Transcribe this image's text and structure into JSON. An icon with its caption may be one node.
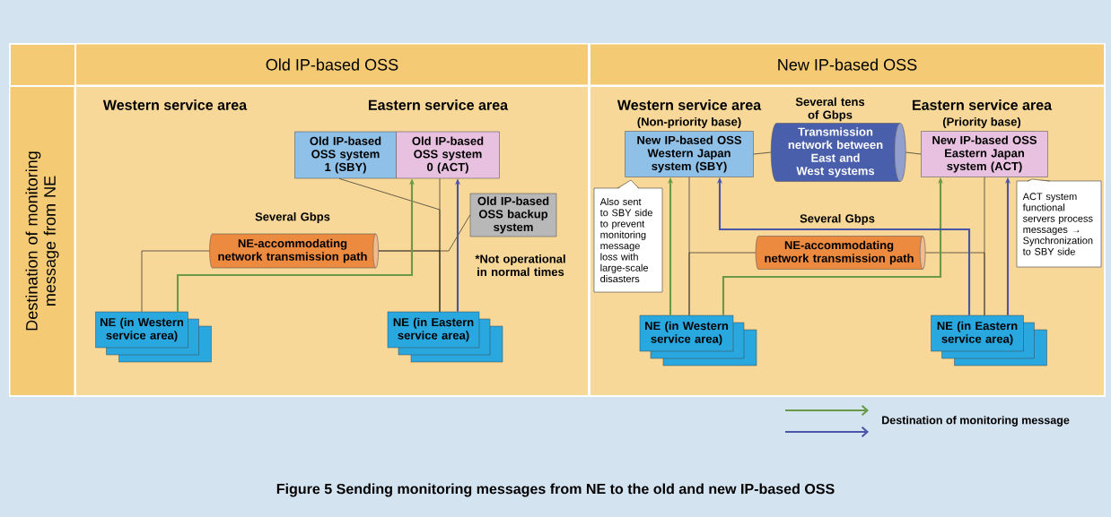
{
  "diagram": {
    "caption": "Figure 5 Sending monitoring messages from NE to the old and new IP-based OSS",
    "nodes": [
      {
        "text": [
          "Old IP-based OSS"
        ]
      },
      {
        "text": [
          "New IP-based OSS"
        ]
      },
      {
        "text": [
          "Destination of monitoring message from NE"
        ]
      },
      {
        "text": [],
        "shape": "box"
      },
      {
        "text": [],
        "shape": "box"
      },
      {
        "text": [
          "Old IP-based OSS system 1 (SBY)"
        ],
        "in": 3
      },
      {
        "text": [
          "Old IP-based OSS system 0 (ACT)"
        ],
        "in": 3
      },
      {
        "text": [
          "Old IP-based OSS backup system"
        ],
        "in": 3,
        "beside": [
          "*Not operational in normal times"
        ]
      },
      {
        "text": [
          "NE-accommodating network transmission path"
        ],
        "in": 3,
        "beside": [
          "Several Gbps"
        ]
      },
      {
        "text": [
          "NE (in Western service area)"
        ],
        "in": 3
      },
      {
        "text": [
          "NE (in Eastern service area)"
        ],
        "in": 3
      },
      {
        "text": [
          "New IP-based OSS Western Japan system (SBY)"
        ],
        "in": 4
      },
      {
        "text": [
          "Transmission network between East and West systems"
        ],
        "in": 4,
        "beside": [
          "Several tens of Gbps"
        ]
      },
      {
        "text": [
          "New IP-based OSS Eastern Japan system (ACT)"
        ],
        "in": 4
      },
      {
        "text": [
          "NE-accommodating network transmission path"
        ],
        "in": 4,
        "beside": [
          "Several Gbps"
        ]
      },
      {
        "text": [
          "NE (in Western service area)"
        ],
        "in": 4
      },
      {
        "text": [
          "NE (in Eastern service area)"
        ],
        "in": 4
      },
      {
        "text": [
          "Also sent to SBY side to prevent monitoring message loss with large-scale disasters"
        ],
        "in": 4
      },
      {
        "text": [
          "ACT system functional servers process messages → Synchronization to SBY side"
        ],
        "in": 4
      }
    ],
    "edges": [
      {
        "from": 9,
        "to": 8,
        "arrow": "none"
      },
      {
        "from": 8,
        "to": 10,
        "arrow": "none"
      },
      {
        "from": 5,
        "to": 10,
        "arrow": "none"
      },
      {
        "from": 6,
        "to": 10,
        "arrow": "none"
      },
      {
        "from": 7,
        "to": 8,
        "arrow": "none"
      },
      {
        "from": 9,
        "to": 6,
        "arrow": "to",
        "color": "#6a9a48"
      },
      {
        "from": 10,
        "to": 6,
        "arrow": "to",
        "color": "#4a55a8"
      },
      {
        "from": 11,
        "to": 12,
        "arrow": "none"
      },
      {
        "from": 12,
        "to": 13,
        "arrow": "none"
      },
      {
        "from": 11,
        "to": 15,
        "arrow": "none"
      },
      {
        "from": 13,
        "to": 16,
        "arrow": "none"
      },
      {
        "from": 14,
        "to": 15,
        "arrow": "none"
      },
      {
        "from": 14,
        "to": 16,
        "arrow": "none"
      },
      {
        "from": 15,
        "to": 11,
        "arrow": "to",
        "color": "#6a9a48"
      },
      {
        "from": 15,
        "to": 13,
        "arrow": "to",
        "color": "#6a9a48"
      },
      {
        "from": 16,
        "to": 11,
        "arrow": "to",
        "color": "#4a55a8"
      },
      {
        "from": 16,
        "to": 13,
        "arrow": "to",
        "color": "#4a55a8"
      }
    ],
    "labels": [
      "Western service area",
      "Eastern service area",
      "Western service area",
      "(Non-priority base)",
      "Eastern service area",
      "(Priority base)"
    ],
    "legend": [
      {
        "text": "Destination of monitoring message"
      }
    ]
  }
}
